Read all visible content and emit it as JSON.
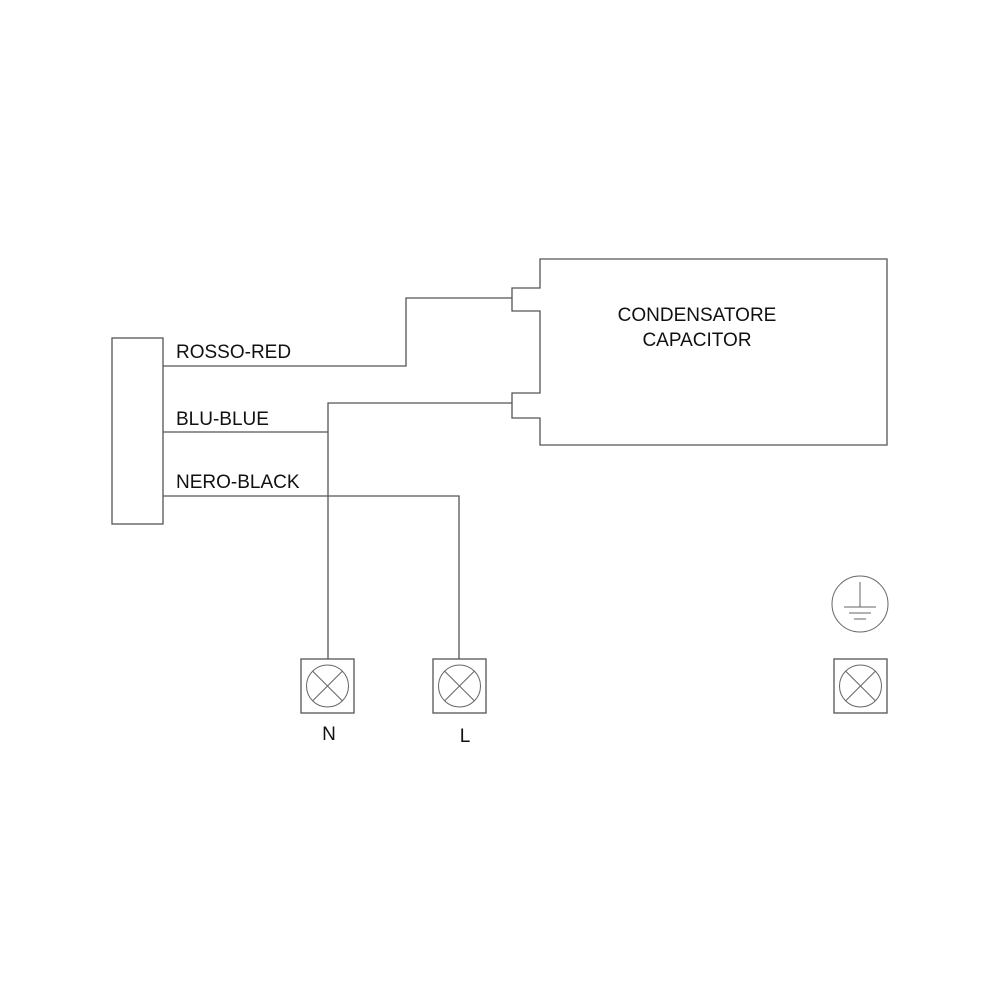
{
  "wires": {
    "red": "ROSSO-RED",
    "blue": "BLU-BLUE",
    "black": "NERO-BLACK"
  },
  "capacitor": {
    "line1": "CONDENSATORE",
    "line2": "CAPACITOR"
  },
  "terminals": {
    "neutral": "N",
    "live": "L"
  },
  "icons": {
    "ground": "earth-ground-symbol",
    "terminal": "terminal-x-symbol"
  }
}
